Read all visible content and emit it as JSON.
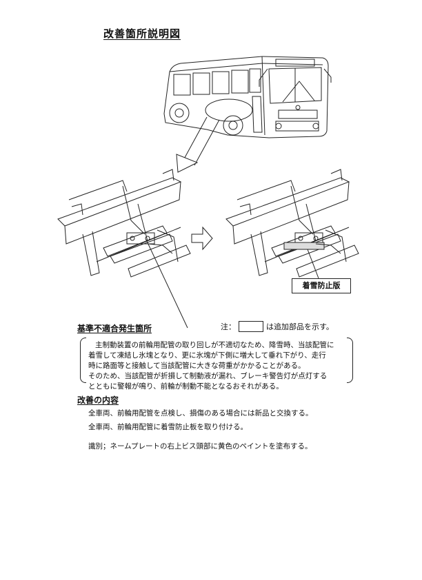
{
  "title": "改善箇所説明図",
  "part_label": "着雪防止版",
  "defect_section": {
    "title": "基準不適合発生箇所",
    "note_prefix": "注：",
    "note_suffix": "は追加部品を示す。",
    "lines": [
      "主制動装置の前輪用配管の取り回しが不適切なため、降雪時、当該配管に",
      "着雪して凍結し氷塊となり、更に氷塊が下側に増大して垂れ下がり、走行",
      "時に路面等と接触して当該配管に大きな荷重がかかることがある。",
      "そのため、当該配管が折損して制動液が漏れ、ブレーキ警告灯が点灯する",
      "とともに警報が鳴り、前輪が制動不能となるおそれがある。"
    ]
  },
  "improvement_section": {
    "title": "改善の内容",
    "items": [
      "全車両、前輪用配管を点検し、損傷のある場合には新品と交換する。",
      "全車両、前輪用配管に着雪防止板を取り付ける。"
    ],
    "identification": "識別；ネームプレートの右上ビス頭部に黄色のペイントを塗布する。"
  }
}
